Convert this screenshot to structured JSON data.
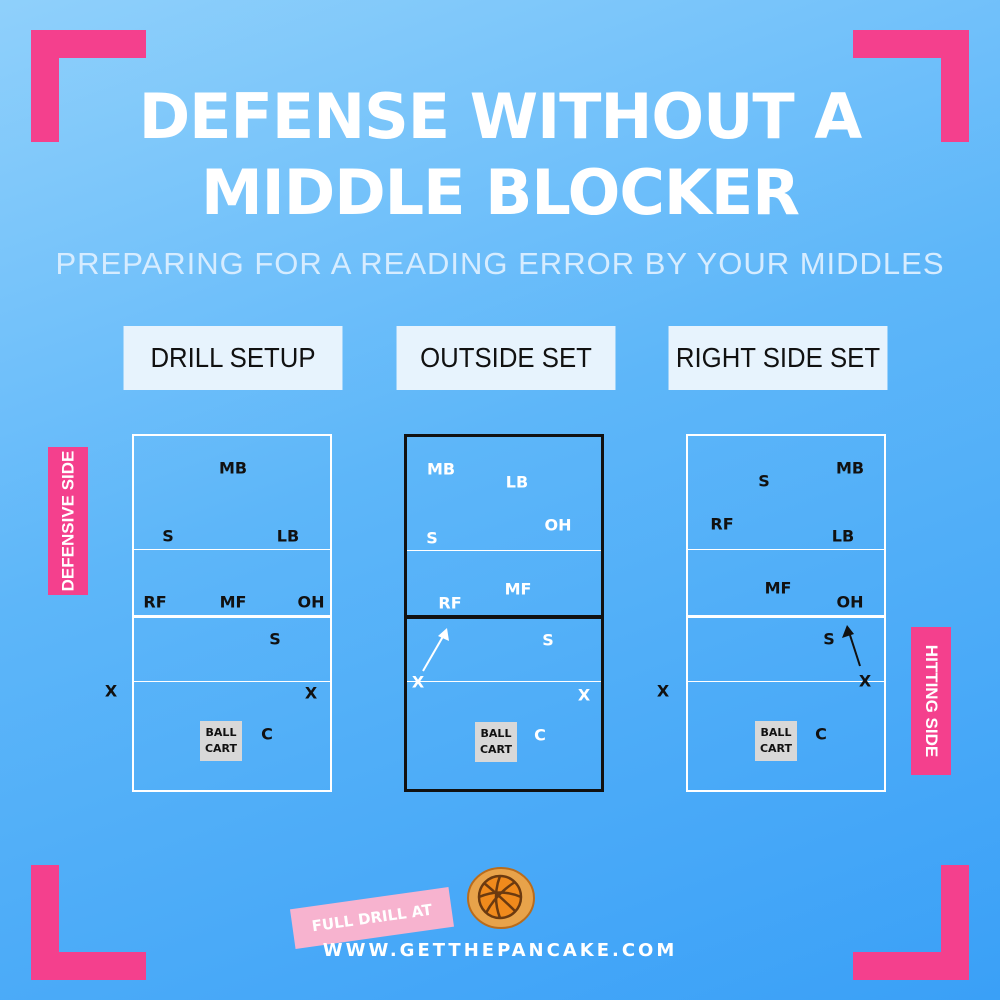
{
  "title_line1": "DEFENSE WITHOUT A",
  "title_line2": "MIDDLE BLOCKER",
  "subtitle": "PREPARING FOR A READING ERROR BY YOUR MIDDLES",
  "panels": [
    {
      "label": "DRILL SETUP",
      "positions": {
        "mb": "MB",
        "s_top": "S",
        "lb": "LB",
        "rf": "RF",
        "mf": "MF",
        "oh": "OH",
        "s_front": "S",
        "x_left": "X",
        "x_right": "X",
        "c": "C"
      },
      "cart": [
        "BALL",
        "CART"
      ]
    },
    {
      "label": "OUTSIDE SET",
      "positions": {
        "mb": "MB",
        "lb": "LB",
        "oh": "OH",
        "s_top": "S",
        "mf": "MF",
        "rf": "RF",
        "s_front": "S",
        "x_left": "X",
        "x_right": "X",
        "c": "C"
      },
      "cart": [
        "BALL",
        "CART"
      ]
    },
    {
      "label": "RIGHT SIDE SET",
      "positions": {
        "s_top": "S",
        "mb": "MB",
        "rf": "RF",
        "lb": "LB",
        "mf": "MF",
        "oh": "OH",
        "s_front": "S",
        "x_left": "X",
        "x_right": "X",
        "c": "C"
      },
      "cart": [
        "BALL",
        "CART"
      ]
    }
  ],
  "defensive_side": "DEFENSIVE SIDE",
  "hitting_side": "HITTING SIDE",
  "promo_label": "FULL DRILL AT",
  "website": "WWW.GETTHEPANCAKE.COM",
  "logo_icon": "volleyball-icon",
  "colors": {
    "accent_pink": "#f4408d",
    "background_blue": "#4aabf8",
    "panel_white": "#e7f3fd"
  }
}
